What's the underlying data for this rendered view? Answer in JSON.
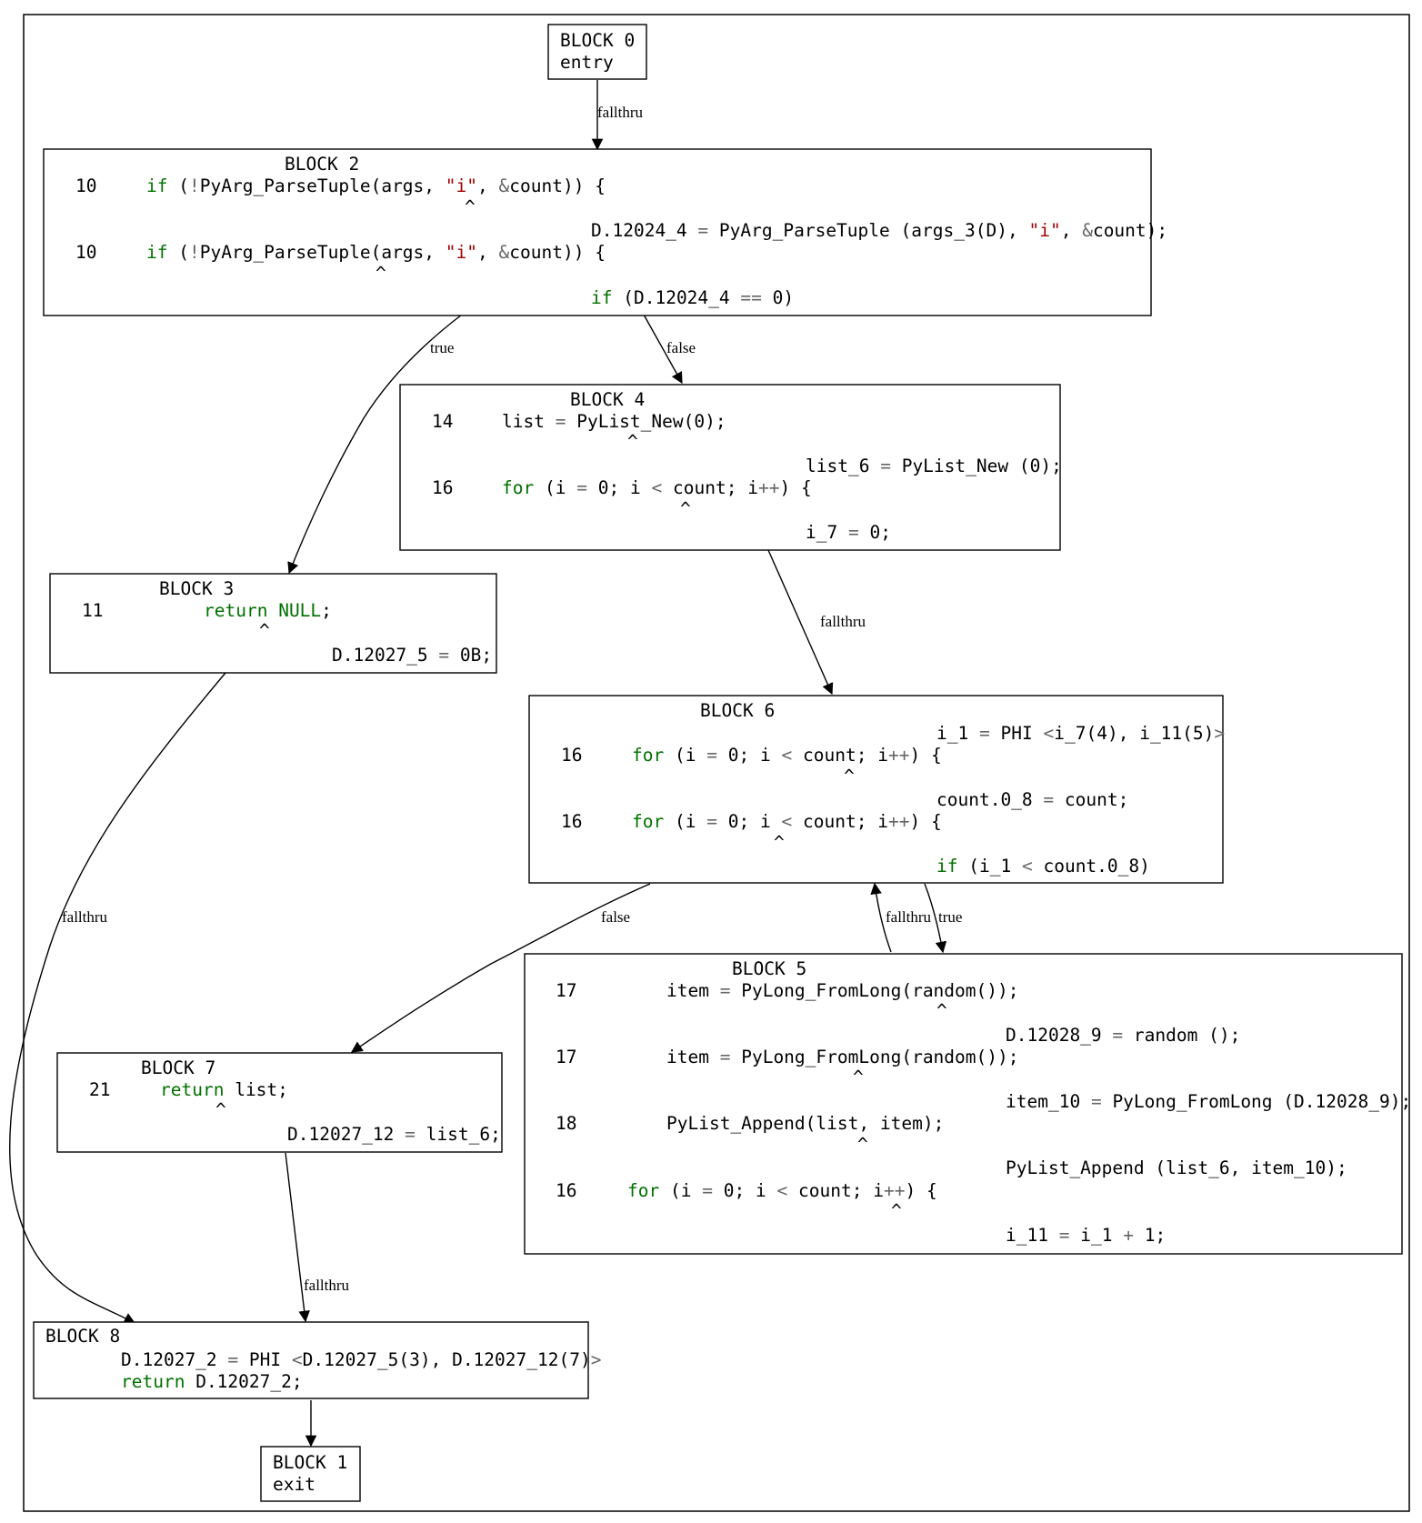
{
  "blocks": {
    "b0": {
      "title": "BLOCK 0",
      "sub": "entry"
    },
    "b1": {
      "title": "BLOCK 1",
      "sub": "exit"
    },
    "b2": {
      "title": "BLOCK 2",
      "ln1": "10",
      "src1": "if (!PyArg_ParseTuple(args, \"i\", &count)) {",
      "caret1": "^",
      "gimple1": "D.12024_4 = PyArg_ParseTuple (args_3(D), \"i\", &count);",
      "ln2": "10",
      "src2": "if (!PyArg_ParseTuple(args, \"i\", &count)) {",
      "caret2": "^",
      "gimple2": "if (D.12024_4 == 0)"
    },
    "b3": {
      "title": "BLOCK 3",
      "ln1": "11",
      "src1": "return NULL;",
      "caret1": "^",
      "gimple1": "D.12027_5 = 0B;"
    },
    "b4": {
      "title": "BLOCK 4",
      "ln1": "14",
      "src1": "list = PyList_New(0);",
      "caret1": "^",
      "gimple1": "list_6 = PyList_New (0);",
      "ln2": "16",
      "src2": "for (i = 0; i < count; i++) {",
      "caret2": "^",
      "gimple2": "i_7 = 0;"
    },
    "b5": {
      "title": "BLOCK 5",
      "ln1": "17",
      "src1": "item = PyLong_FromLong(random());",
      "caret1": "^",
      "gimple1": "D.12028_9 = random ();",
      "ln2": "17",
      "src2": "item = PyLong_FromLong(random());",
      "caret2": "^",
      "gimple2": "item_10 = PyLong_FromLong (D.12028_9);",
      "ln3": "18",
      "src3": "PyList_Append(list, item);",
      "caret3": "^",
      "gimple3": "PyList_Append (list_6, item_10);",
      "ln4": "16",
      "src4": "for (i = 0; i < count; i++) {",
      "caret4": "^",
      "gimple4": "i_11 = i_1 + 1;"
    },
    "b6": {
      "title": "BLOCK 6",
      "phi": "i_1 = PHI <i_7(4), i_11(5)>",
      "ln1": "16",
      "src1": "for (i = 0; i < count; i++) {",
      "caret1": "^",
      "gimple1": "count.0_8 = count;",
      "ln2": "16",
      "src2": "for (i = 0; i < count; i++) {",
      "caret2": "^",
      "gimple2": "if (i_1 < count.0_8)"
    },
    "b7": {
      "title": "BLOCK 7",
      "ln1": "21",
      "src1": "return list;",
      "caret1": "^",
      "gimple1": "D.12027_12 = list_6;"
    },
    "b8": {
      "title": "BLOCK 8",
      "line1": "D.12027_2 = PHI <D.12027_5(3), D.12027_12(7)>",
      "line2": "return D.12027_2;"
    }
  },
  "edges": {
    "e0_2": "fallthru",
    "e2_3": "true",
    "e2_4": "false",
    "e4_6": "fallthru",
    "e3_8": "fallthru",
    "e6_7": "false",
    "e5_6": "fallthru",
    "e6_5": "true",
    "e7_8": "fallthru",
    "e8_1": ""
  }
}
